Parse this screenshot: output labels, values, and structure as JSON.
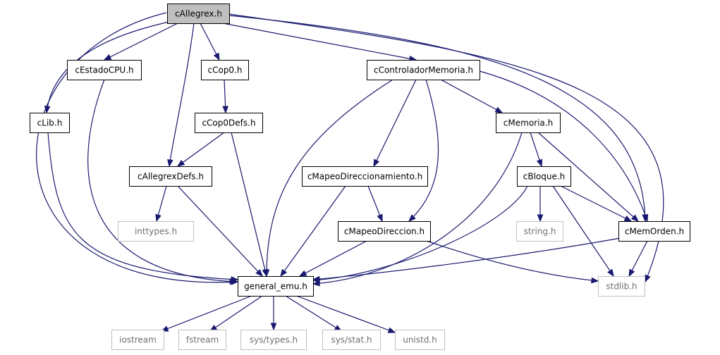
{
  "diagram": {
    "colors": {
      "edge": "#191970",
      "node_border": "#000000",
      "node_fill": "#ffffff",
      "root_fill": "#bfbfbf",
      "system_border": "#bfbfbf",
      "system_text": "#707070",
      "text": "#000000"
    },
    "nodes": [
      {
        "id": "callegrex",
        "label": "cAllegrex.h",
        "kind": "root"
      },
      {
        "id": "cestadocpu",
        "label": "cEstadoCPU.h",
        "kind": "normal"
      },
      {
        "id": "ccop0",
        "label": "cCop0.h",
        "kind": "normal"
      },
      {
        "id": "ccontroladormemoria",
        "label": "cControladorMemoria.h",
        "kind": "normal"
      },
      {
        "id": "clib",
        "label": "cLib.h",
        "kind": "normal"
      },
      {
        "id": "ccop0defs",
        "label": "cCop0Defs.h",
        "kind": "normal"
      },
      {
        "id": "cmemoria",
        "label": "cMemoria.h",
        "kind": "normal"
      },
      {
        "id": "callegrexdefs",
        "label": "cAllegrexDefs.h",
        "kind": "normal"
      },
      {
        "id": "cmapeodireccionamiento",
        "label": "cMapeoDireccionamiento.h",
        "kind": "normal"
      },
      {
        "id": "cbloque",
        "label": "cBloque.h",
        "kind": "normal"
      },
      {
        "id": "inttypes",
        "label": "inttypes.h",
        "kind": "system"
      },
      {
        "id": "cmapeodireccion",
        "label": "cMapeoDireccion.h",
        "kind": "normal"
      },
      {
        "id": "string",
        "label": "string.h",
        "kind": "system"
      },
      {
        "id": "cmemorden",
        "label": "cMemOrden.h",
        "kind": "normal"
      },
      {
        "id": "general_emu",
        "label": "general_emu.h",
        "kind": "normal"
      },
      {
        "id": "stdlib",
        "label": "stdlib.h",
        "kind": "system"
      },
      {
        "id": "iostream",
        "label": "iostream",
        "kind": "system"
      },
      {
        "id": "fstream",
        "label": "fstream",
        "kind": "system"
      },
      {
        "id": "systypes",
        "label": "sys/types.h",
        "kind": "system"
      },
      {
        "id": "sysstat",
        "label": "sys/stat.h",
        "kind": "system"
      },
      {
        "id": "unistd",
        "label": "unistd.h",
        "kind": "system"
      }
    ],
    "edges": [
      {
        "from": "callegrex",
        "to": "cestadocpu"
      },
      {
        "from": "callegrex",
        "to": "ccop0"
      },
      {
        "from": "callegrex",
        "to": "ccontroladormemoria"
      },
      {
        "from": "callegrex",
        "to": "clib"
      },
      {
        "from": "callegrex",
        "to": "callegrexdefs"
      },
      {
        "from": "callegrex",
        "to": "general_emu"
      },
      {
        "from": "callegrex",
        "to": "cmemorden"
      },
      {
        "from": "callegrex",
        "to": "stdlib"
      },
      {
        "from": "cestadocpu",
        "to": "general_emu"
      },
      {
        "from": "ccop0",
        "to": "ccop0defs"
      },
      {
        "from": "ccop0defs",
        "to": "callegrexdefs"
      },
      {
        "from": "ccop0defs",
        "to": "general_emu"
      },
      {
        "from": "clib",
        "to": "general_emu"
      },
      {
        "from": "callegrexdefs",
        "to": "inttypes"
      },
      {
        "from": "callegrexdefs",
        "to": "general_emu"
      },
      {
        "from": "ccontroladormemoria",
        "to": "general_emu"
      },
      {
        "from": "ccontroladormemoria",
        "to": "cmapeodireccionamiento"
      },
      {
        "from": "ccontroladormemoria",
        "to": "cmapeodireccion"
      },
      {
        "from": "ccontroladormemoria",
        "to": "cmemoria"
      },
      {
        "from": "ccontroladormemoria",
        "to": "cmemorden"
      },
      {
        "from": "cmapeodireccionamiento",
        "to": "cmapeodireccion"
      },
      {
        "from": "cmapeodireccionamiento",
        "to": "general_emu"
      },
      {
        "from": "cmapeodireccion",
        "to": "general_emu"
      },
      {
        "from": "cmapeodireccion",
        "to": "stdlib"
      },
      {
        "from": "cmemoria",
        "to": "cbloque"
      },
      {
        "from": "cmemoria",
        "to": "cmemorden"
      },
      {
        "from": "cmemoria",
        "to": "general_emu"
      },
      {
        "from": "cbloque",
        "to": "string"
      },
      {
        "from": "cbloque",
        "to": "cmemorden"
      },
      {
        "from": "cbloque",
        "to": "stdlib"
      },
      {
        "from": "cbloque",
        "to": "general_emu"
      },
      {
        "from": "cmemorden",
        "to": "general_emu"
      },
      {
        "from": "cmemorden",
        "to": "stdlib"
      },
      {
        "from": "general_emu",
        "to": "iostream"
      },
      {
        "from": "general_emu",
        "to": "fstream"
      },
      {
        "from": "general_emu",
        "to": "systypes"
      },
      {
        "from": "general_emu",
        "to": "sysstat"
      },
      {
        "from": "general_emu",
        "to": "unistd"
      }
    ]
  }
}
